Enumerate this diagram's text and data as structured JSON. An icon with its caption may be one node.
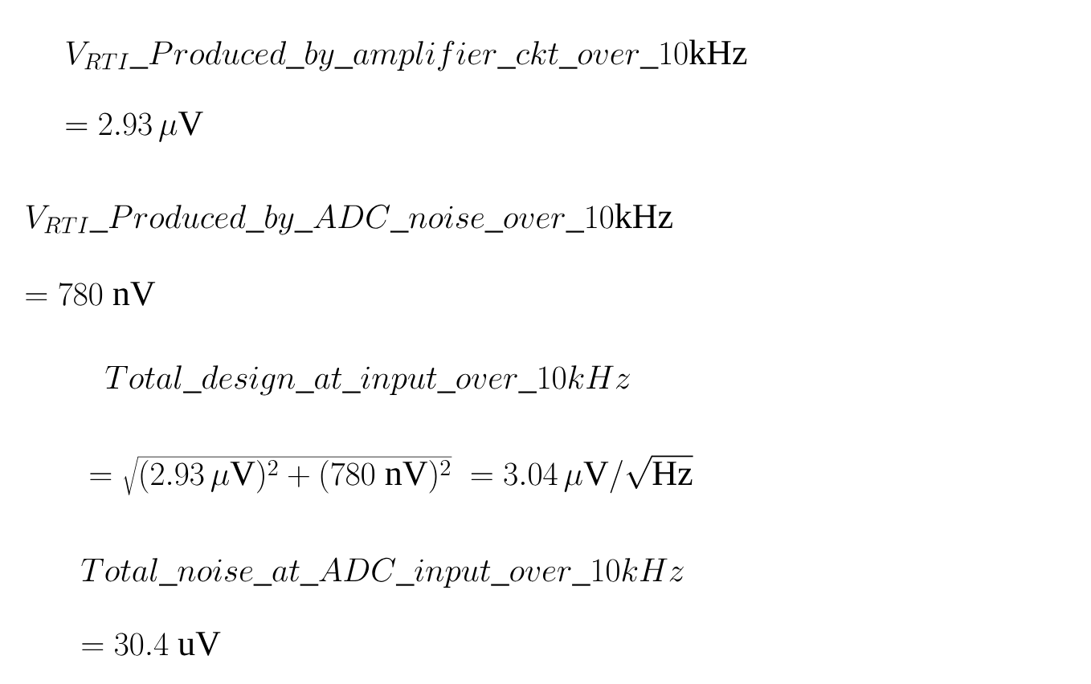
{
  "diagram": {
    "labels": [
      "V_{RTI}\\_Produced\\_by\\_amplifier\\_ckt\\_over\\_10\\mathrm{kHz}",
      "=2.93\\,\\mu\\mathrm{V}",
      "V_{RTI}\\_Produced\\_by\\_ADC\\_noise\\_over\\_10\\mathrm{kHz}",
      "=780\\ \\mathrm{nV}",
      "Total\\_design\\_at\\_input\\_over\\_10kHz",
      "=\\sqrt{(2.93\\,\\mu\\mathrm{V})^2+(780\\ \\mathrm{nV})^2}\\ =3.04\\,\\mu\\mathrm{V}/\\sqrt{\\mathrm{Hz}}",
      "Total\\_noise\\_at\\_ADC\\_input\\_over\\_10kHz",
      "=30.4\\ \\mathrm{uV}"
    ]
  }
}
